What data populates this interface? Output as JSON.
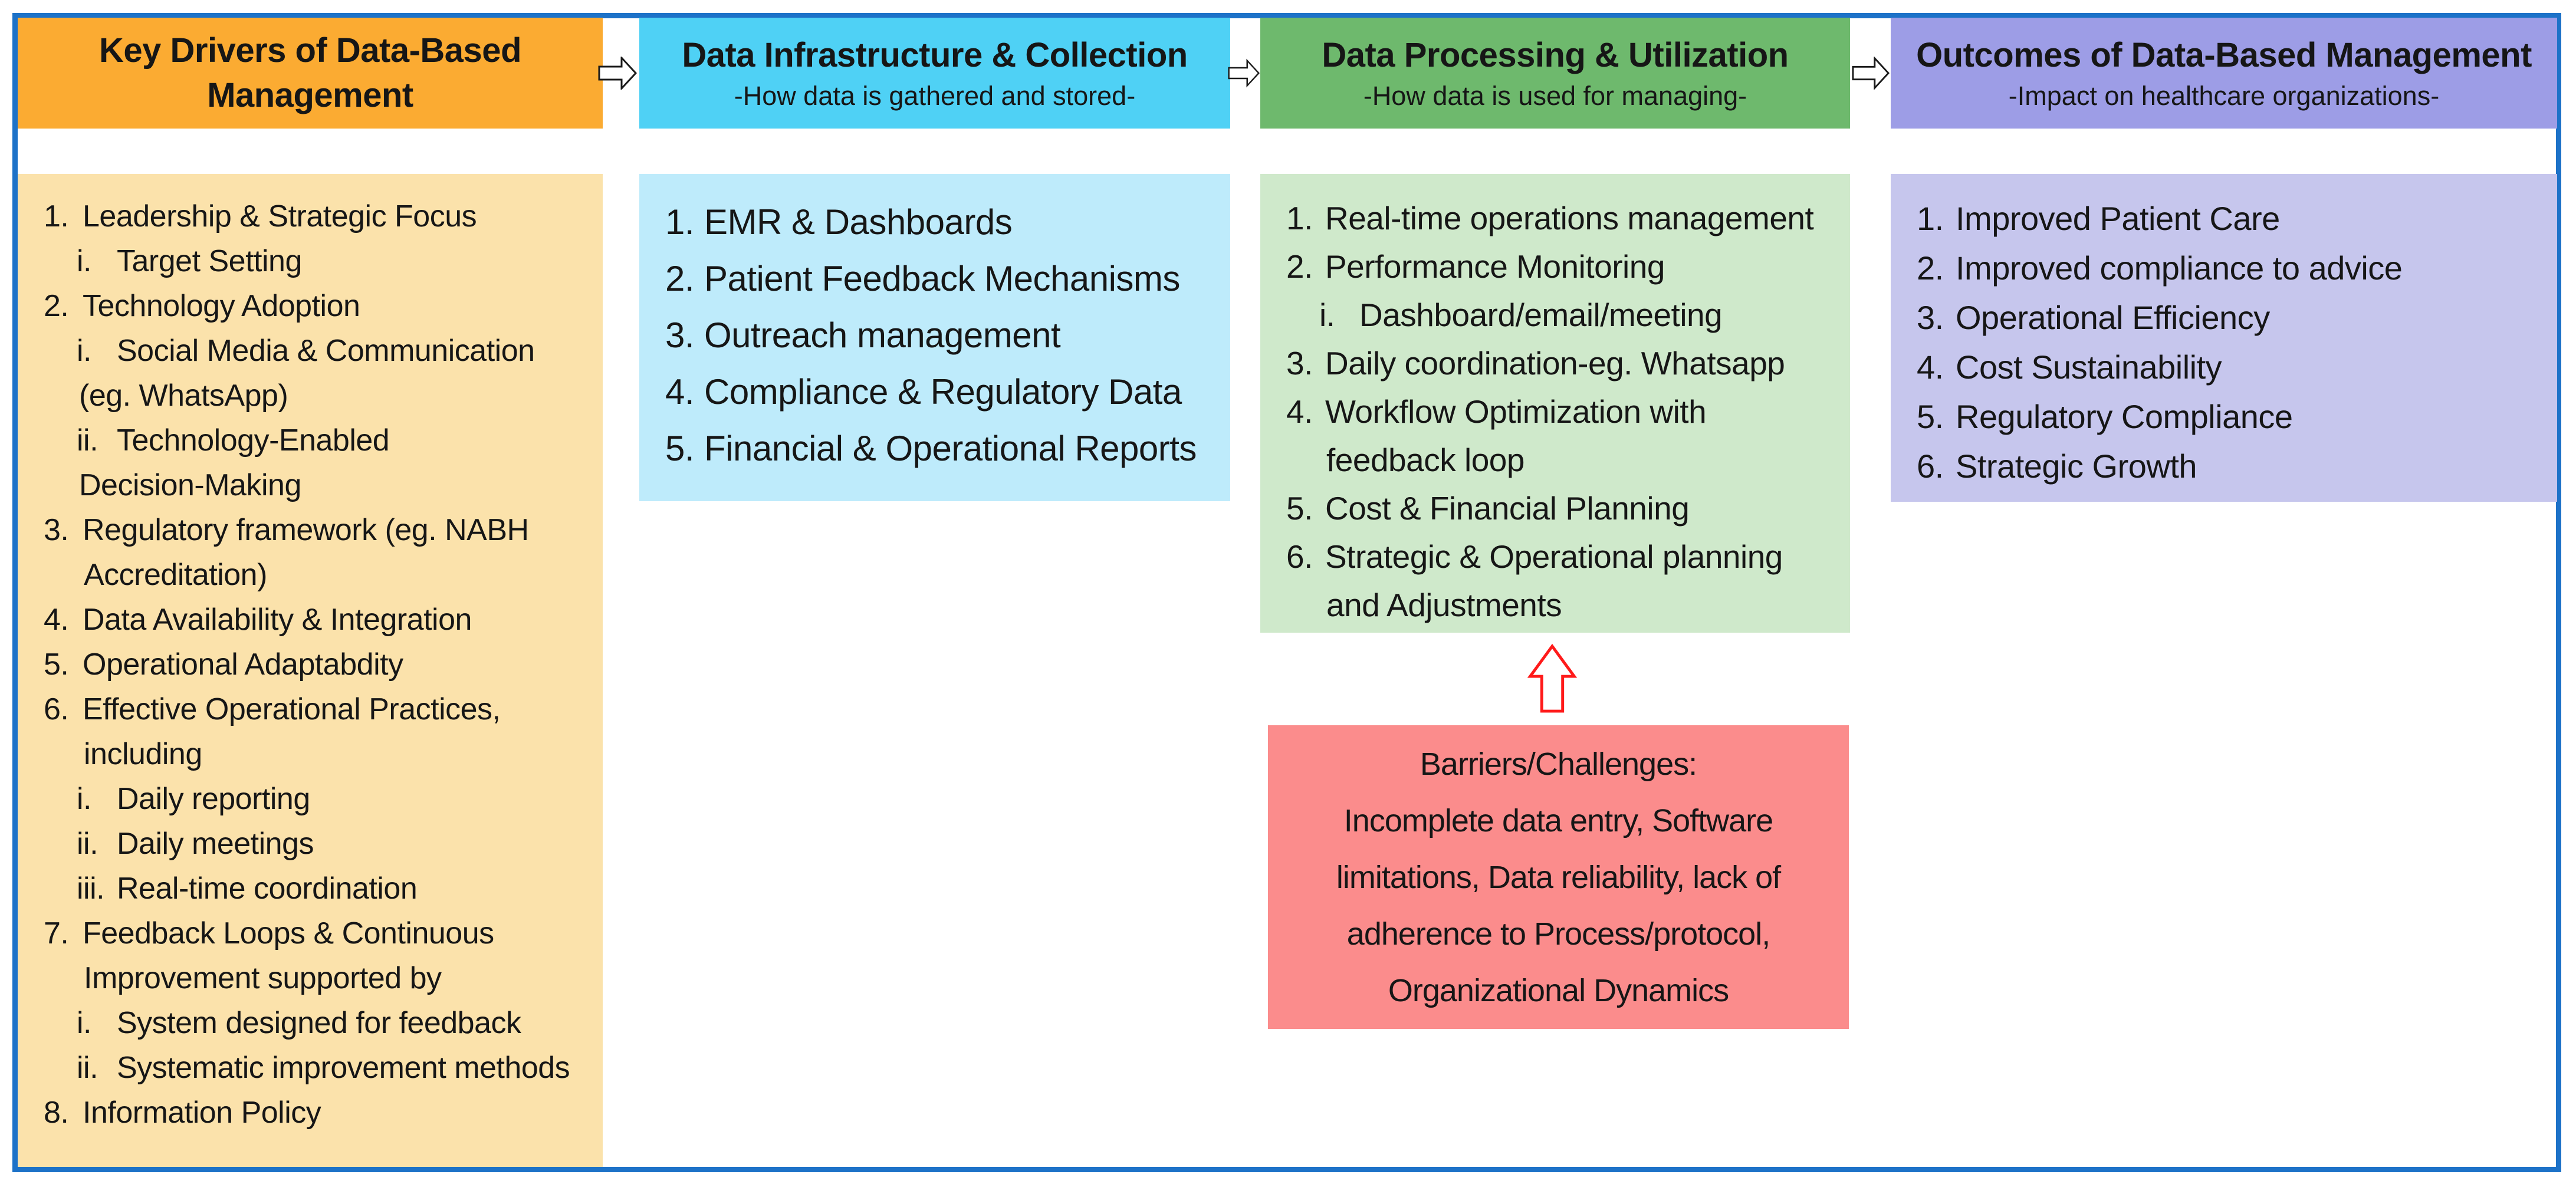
{
  "colors": {
    "frame_border": "#1D72C8",
    "flow_arrow_outline": "#1A1A1A",
    "flow_arrow_fill": "#FFFFFF",
    "up_arrow_outline": "#FF1A1A",
    "text": "#161616"
  },
  "columns": [
    {
      "header": {
        "title": "Key Drivers of Data-Based Management",
        "subtitle": "",
        "bg": "#FBAB32"
      },
      "body_bg": "#FBE2AB",
      "lines": [
        {
          "m": "1.",
          "t": "Leadership & Strategic Focus",
          "cls": "a"
        },
        {
          "m": "i.",
          "t": "Target Setting",
          "cls": "b"
        },
        {
          "m": "2.",
          "t": "Technology Adoption",
          "cls": "a"
        },
        {
          "m": "i.",
          "t": "Social Media & Communication",
          "cls": "b"
        },
        {
          "m": "",
          "t": "(eg. WhatsApp)",
          "cls": "bc"
        },
        {
          "m": "ii.",
          "t": "Technology-Enabled",
          "cls": "b"
        },
        {
          "m": "",
          "t": "Decision-Making",
          "cls": "bc"
        },
        {
          "m": "3.",
          "t": "Regulatory framework (eg. NABH",
          "cls": "a"
        },
        {
          "m": "",
          "t": "Accreditation)",
          "cls": "ac"
        },
        {
          "m": "4.",
          "t": "Data Availability & Integration",
          "cls": "a"
        },
        {
          "m": "5.",
          "t": "Operational Adaptabdity",
          "cls": "a"
        },
        {
          "m": "6.",
          "t": "Effective Operational Practices,",
          "cls": "a"
        },
        {
          "m": "",
          "t": "including",
          "cls": "ac"
        },
        {
          "m": "i.",
          "t": "Daily reporting",
          "cls": "b"
        },
        {
          "m": "ii.",
          "t": "Daily meetings",
          "cls": "b"
        },
        {
          "m": "iii.",
          "t": "Real-time coordination",
          "cls": "b"
        },
        {
          "m": "7.",
          "t": "Feedback Loops & Continuous",
          "cls": "a"
        },
        {
          "m": "",
          "t": "Improvement supported by",
          "cls": "ac"
        },
        {
          "m": "i.",
          "t": "System designed for feedback",
          "cls": "b"
        },
        {
          "m": "ii.",
          "t": "Systematic improvement methods",
          "cls": "b"
        },
        {
          "m": "8.",
          "t": "Information Policy",
          "cls": "a"
        }
      ]
    },
    {
      "header": {
        "title": "Data Infrastructure & Collection",
        "subtitle": "-How data is gathered and stored-",
        "bg": "#4FD1F5"
      },
      "body_bg": "#BEEBFB",
      "lines": [
        {
          "m": "1.",
          "t": "EMR & Dashboards",
          "cls": "a"
        },
        {
          "m": "2.",
          "t": "Patient Feedback Mechanisms",
          "cls": "a"
        },
        {
          "m": "3.",
          "t": "Outreach management",
          "cls": "a"
        },
        {
          "m": "4.",
          "t": "Compliance & Regulatory Data",
          "cls": "a"
        },
        {
          "m": "5.",
          "t": "Financial & Operational Reports",
          "cls": "a"
        }
      ]
    },
    {
      "header": {
        "title": "Data Processing & Utilization",
        "subtitle": "-How data is used for managing-",
        "bg": "#6EB96D"
      },
      "body_bg": "#CFE9CB",
      "lines": [
        {
          "m": "1.",
          "t": "Real-time operations management",
          "cls": "a"
        },
        {
          "m": "2.",
          "t": "Performance Monitoring",
          "cls": "a"
        },
        {
          "m": "i.",
          "t": "Dashboard/email/meeting",
          "cls": "b"
        },
        {
          "m": "3.",
          "t": "Daily coordination-eg. Whatsapp",
          "cls": "a"
        },
        {
          "m": "4.",
          "t": "Workflow Optimization with",
          "cls": "a"
        },
        {
          "m": "",
          "t": "feedback loop",
          "cls": "ac"
        },
        {
          "m": "5.",
          "t": "Cost & Financial Planning",
          "cls": "a"
        },
        {
          "m": "6.",
          "t": "Strategic & Operational planning",
          "cls": "a"
        },
        {
          "m": "",
          "t": "and Adjustments",
          "cls": "ac"
        }
      ]
    },
    {
      "header": {
        "title": "Outcomes of Data-Based Management",
        "subtitle": "-Impact on healthcare organizations-",
        "bg": "#9D9DE6"
      },
      "body_bg": "#C6C6ED",
      "lines": [
        {
          "m": "1.",
          "t": "Improved Patient Care",
          "cls": "a"
        },
        {
          "m": "2.",
          "t": "Improved compliance to advice",
          "cls": "a"
        },
        {
          "m": "3.",
          "t": "Operational Efficiency",
          "cls": "a"
        },
        {
          "m": "4.",
          "t": "Cost Sustainability",
          "cls": "a"
        },
        {
          "m": "5.",
          "t": "Regulatory Compliance",
          "cls": "a"
        },
        {
          "m": "6.",
          "t": "Strategic Growth",
          "cls": "a"
        }
      ]
    }
  ],
  "barriers": {
    "bg": "#FB8C8C",
    "title": "Barriers/Challenges:",
    "lines": [
      "Incomplete data entry, Software",
      "limitations, Data reliability, lack of",
      "adherence to Process/protocol,",
      "Organizational Dynamics"
    ]
  }
}
